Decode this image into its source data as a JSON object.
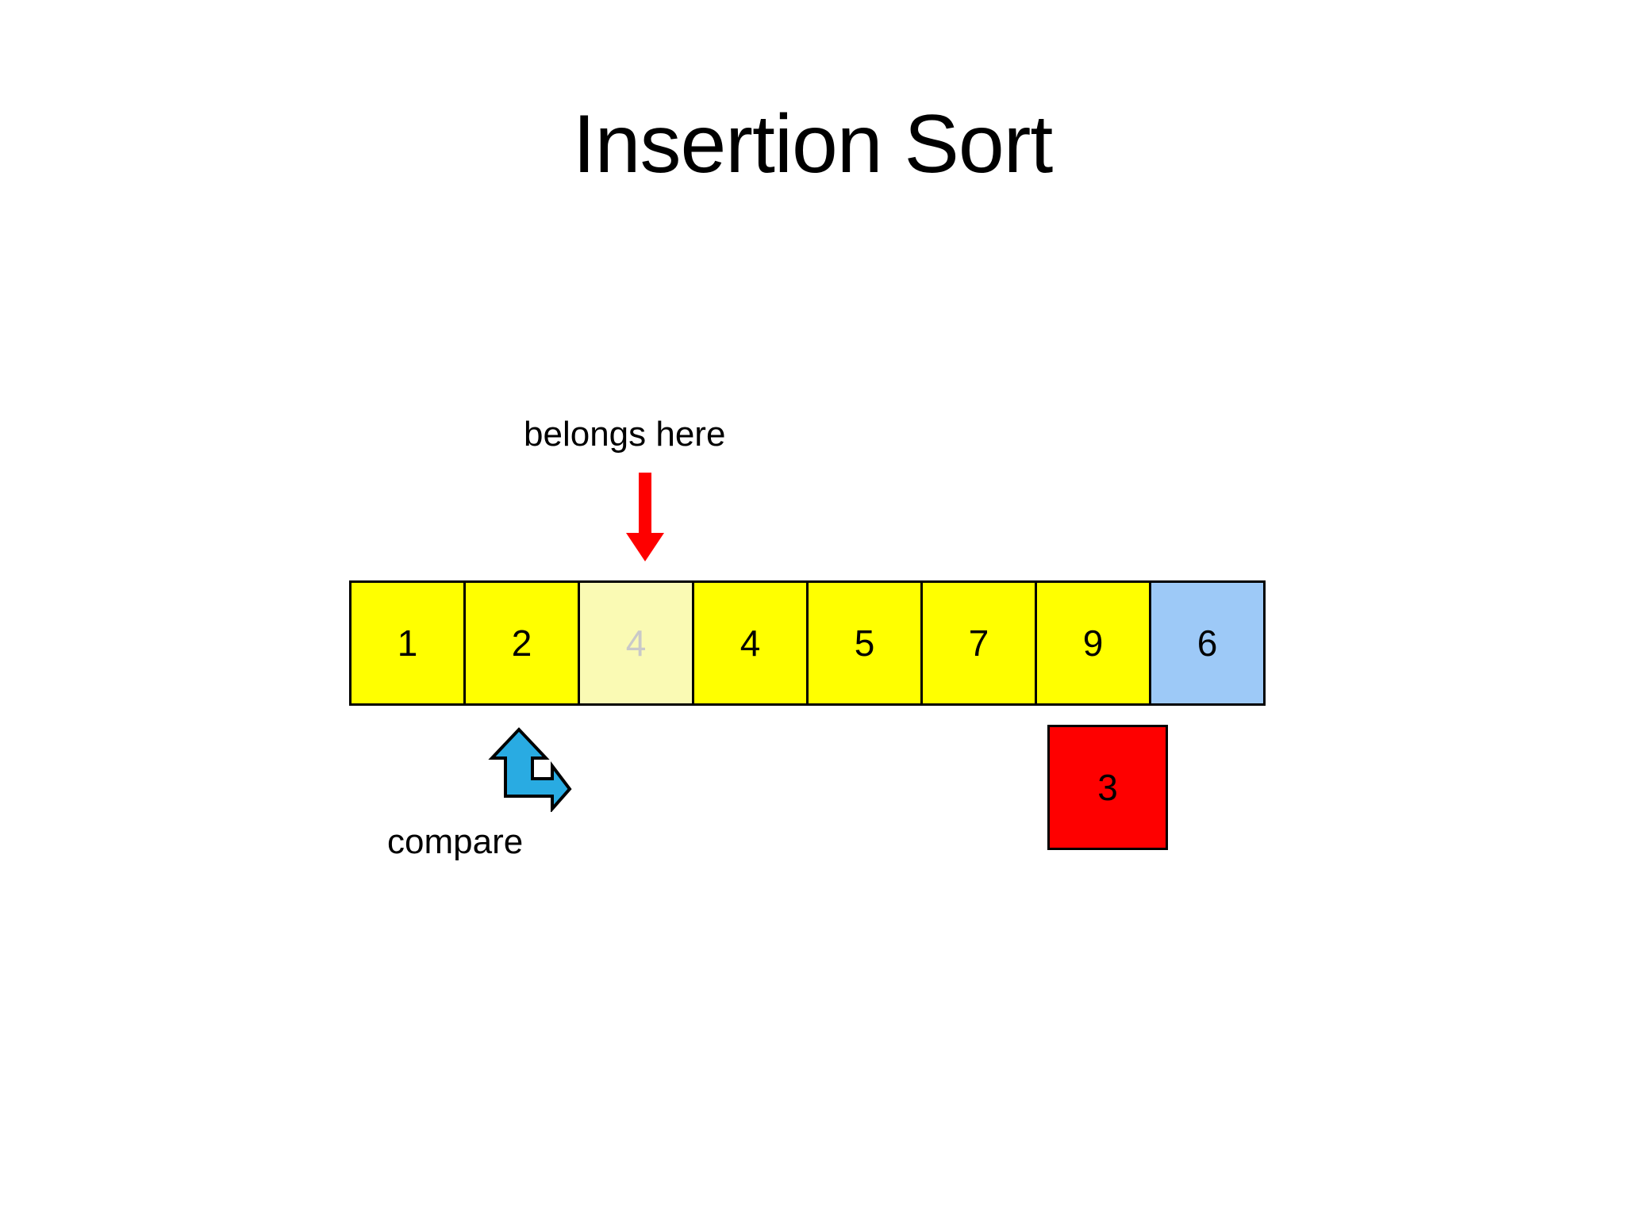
{
  "slide": {
    "title": "Insertion Sort",
    "background_color": "#ffffff"
  },
  "annotations": {
    "belongs_here": {
      "label": "belongs here",
      "arrow_icon": "arrow-down-icon",
      "arrow_color": "#fe0000",
      "points_to_index": 2
    },
    "compare": {
      "label": "compare",
      "arrow_icon": "bent-double-arrow-icon",
      "arrow_color": "#29abe2"
    }
  },
  "array": {
    "cells": [
      {
        "value": "1",
        "state": "sorted",
        "fill": "#ffff00",
        "text_color": "#000000"
      },
      {
        "value": "2",
        "state": "sorted",
        "fill": "#ffff00",
        "text_color": "#000000"
      },
      {
        "value": "4",
        "state": "ghost",
        "fill": "#fafab4",
        "text_color": "#c9c9c9"
      },
      {
        "value": "4",
        "state": "sorted",
        "fill": "#ffff00",
        "text_color": "#000000"
      },
      {
        "value": "5",
        "state": "sorted",
        "fill": "#ffff00",
        "text_color": "#000000"
      },
      {
        "value": "7",
        "state": "sorted",
        "fill": "#ffff00",
        "text_color": "#000000"
      },
      {
        "value": "9",
        "state": "sorted",
        "fill": "#ffff00",
        "text_color": "#000000"
      },
      {
        "value": "6",
        "state": "unsorted",
        "fill": "#9dc9f7",
        "text_color": "#000000"
      }
    ]
  },
  "key_box": {
    "value": "3",
    "fill": "#fe0000",
    "text_color": "#000000"
  }
}
